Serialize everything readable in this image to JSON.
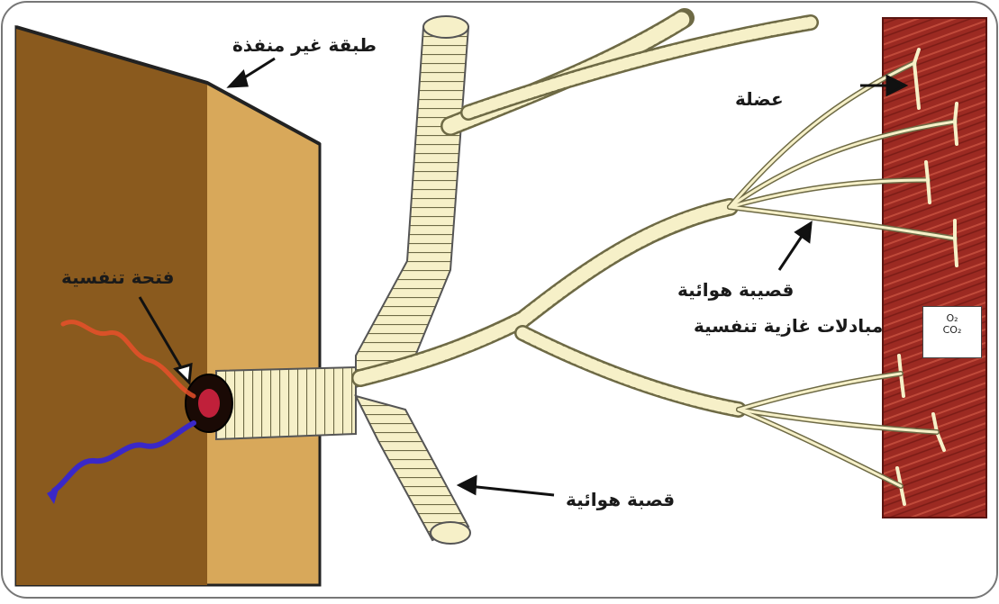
{
  "labels": {
    "cuticle": "طبقة غير منفذة",
    "spiracle": "فتحة تنفسية",
    "muscle": "عضلة",
    "tracheole": "قصيبة هوائية",
    "gas_exchange": "مبادلات غازية تنفسية",
    "trachea": "قصبة هوائية"
  },
  "inset": {
    "line1": "O₂",
    "line2": "CO₂"
  },
  "colors": {
    "cuticle_outer": "#8a5a1e",
    "cuticle_inner": "#d8a85a",
    "muscle": "#9c2a22",
    "trachea": "#f6f0c8",
    "trachea_ring": "#6e6a45",
    "oxygen_path": "#e8502a",
    "co2_path": "#3a28c8",
    "co2_text": "#b01a3a"
  }
}
